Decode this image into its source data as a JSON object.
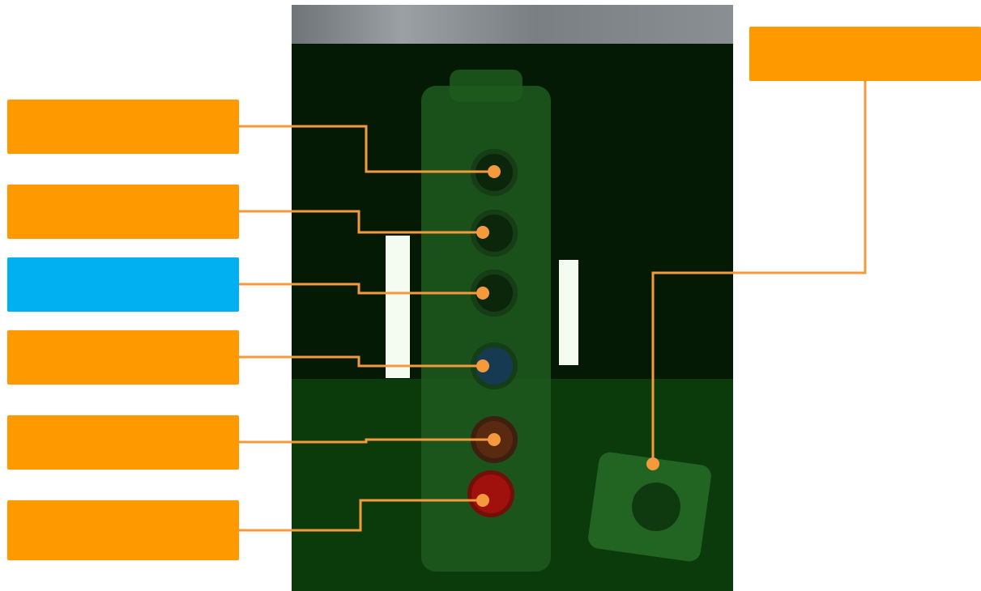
{
  "callouts": [
    {
      "id": "callout-1",
      "label": "",
      "color": "#ff9900"
    },
    {
      "id": "callout-2",
      "label": "",
      "color": "#ff9900"
    },
    {
      "id": "callout-3",
      "label": "",
      "color": "#00b0f0"
    },
    {
      "id": "callout-4",
      "label": "",
      "color": "#ff9900"
    },
    {
      "id": "callout-5",
      "label": "",
      "color": "#ff9900"
    },
    {
      "id": "callout-6",
      "label": "",
      "color": "#ff9900"
    },
    {
      "id": "callout-7",
      "label": "",
      "color": "#ff9900"
    }
  ],
  "colors": {
    "callout": "#ff9900",
    "callout_highlight": "#00b0f0",
    "leader_line": "#f59a3c",
    "marker_dot": "#f59a3c"
  },
  "photo": {
    "subject": "control-panel-photo",
    "buttons": [
      "green-button",
      "dark-button",
      "dark-button",
      "blue-button",
      "brown-button",
      "red-button"
    ]
  }
}
